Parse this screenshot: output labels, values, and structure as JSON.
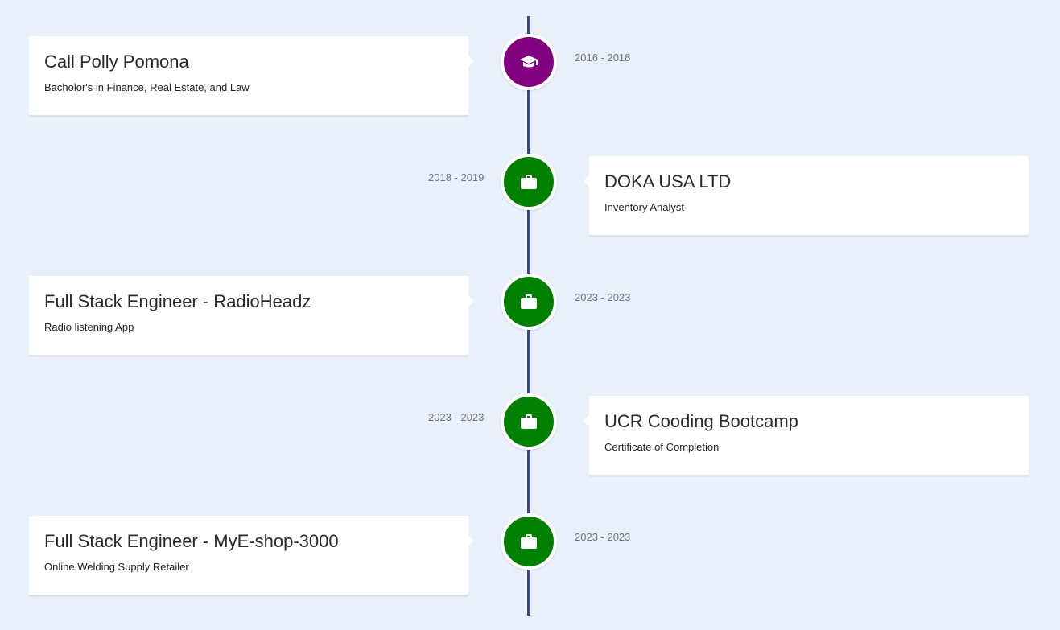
{
  "timeline": {
    "items": [
      {
        "title": "Call Polly Pomona",
        "subtitle": "Bacholor's in Finance, Real Estate, and Law",
        "date": "2016 - 2018",
        "icon": "graduation-cap-icon",
        "color": "#800080",
        "side": "left"
      },
      {
        "title": "DOKA USA LTD",
        "subtitle": "Inventory Analyst",
        "date": "2018 - 2019",
        "icon": "briefcase-icon",
        "color": "#008000",
        "side": "right"
      },
      {
        "title": "Full Stack Engineer - RadioHeadz",
        "subtitle": "Radio listening App",
        "date": "2023 - 2023",
        "icon": "briefcase-icon",
        "color": "#008000",
        "side": "left"
      },
      {
        "title": "UCR Cooding Bootcamp",
        "subtitle": "Certificate of Completion",
        "date": "2023 - 2023",
        "icon": "briefcase-icon",
        "color": "#008000",
        "side": "right"
      },
      {
        "title": "Full Stack Engineer - MyE-shop-3000",
        "subtitle": "Online Welding Supply Retailer",
        "date": "2023 - 2023",
        "icon": "briefcase-icon",
        "color": "#008000",
        "side": "left"
      }
    ]
  }
}
